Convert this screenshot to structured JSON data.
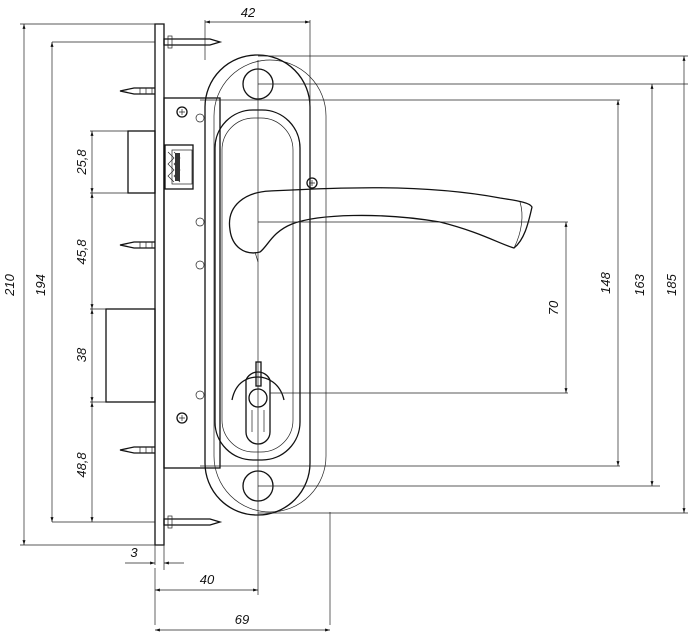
{
  "drawing": {
    "dimensions": {
      "top_width": "42",
      "total_height": "210",
      "body_height": "194",
      "latch_height": "25,8",
      "latch_to_handle": "45,8",
      "bolt_height": "38",
      "bolt_to_bottom": "48,8",
      "plate_thickness": "3",
      "backset": "40",
      "overall_depth": "69",
      "handle_to_cylinder": "70",
      "screw_spacing": "148",
      "hole_spacing": "163",
      "plate_height": "185"
    }
  }
}
